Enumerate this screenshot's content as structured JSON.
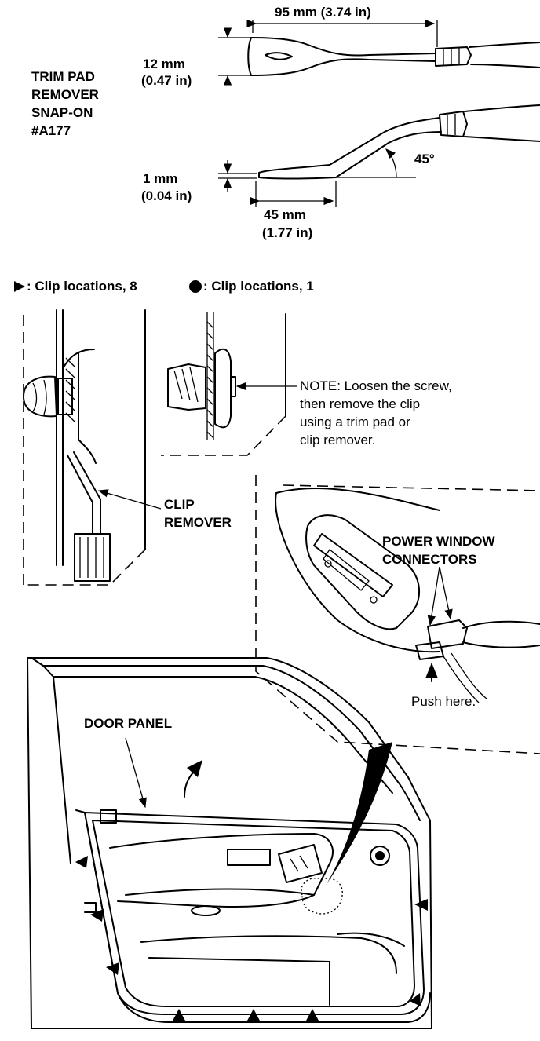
{
  "tool": {
    "name_lines": [
      "TRIM PAD",
      "REMOVER",
      "SNAP-ON",
      "#A177"
    ],
    "length_dim": "95 mm (3.74 in)",
    "fork_width": [
      "12 mm",
      "(0.47 in)"
    ],
    "tip_thickness": [
      "1 mm",
      "(0.04 in)"
    ],
    "tip_length": [
      "45 mm",
      "(1.77 in)"
    ],
    "bend_angle": "45°"
  },
  "legend": {
    "triangle_text": ": Clip locations, 8",
    "dot_text": ": Clip locations, 1"
  },
  "detail": {
    "note_lines": [
      "NOTE:  Loosen the screw,",
      "then remove the clip",
      "using a trim pad or",
      "clip remover."
    ],
    "clip_remover": [
      "CLIP",
      "REMOVER"
    ],
    "connectors": [
      "POWER WINDOW",
      "CONNECTORS"
    ],
    "push_here": "Push here."
  },
  "door": {
    "panel_label": "DOOR PANEL"
  }
}
